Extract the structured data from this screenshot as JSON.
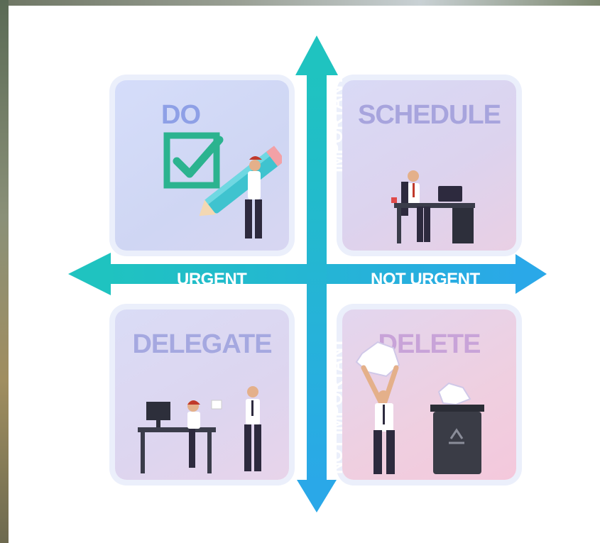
{
  "quadrants": {
    "do": {
      "label": "DO"
    },
    "schedule": {
      "label": "SCHEDULE"
    },
    "delegate": {
      "label": "DELEGATE"
    },
    "delete": {
      "label": "DELETE"
    }
  },
  "axes": {
    "left": "URGENT",
    "right": "NOT URGENT",
    "top": "IMPORTANT",
    "bottom": "NOT IMPORTANT"
  },
  "colors": {
    "axis_teal": "#1fc3c0",
    "axis_blue": "#2aa8e8",
    "white": "#ffffff"
  }
}
